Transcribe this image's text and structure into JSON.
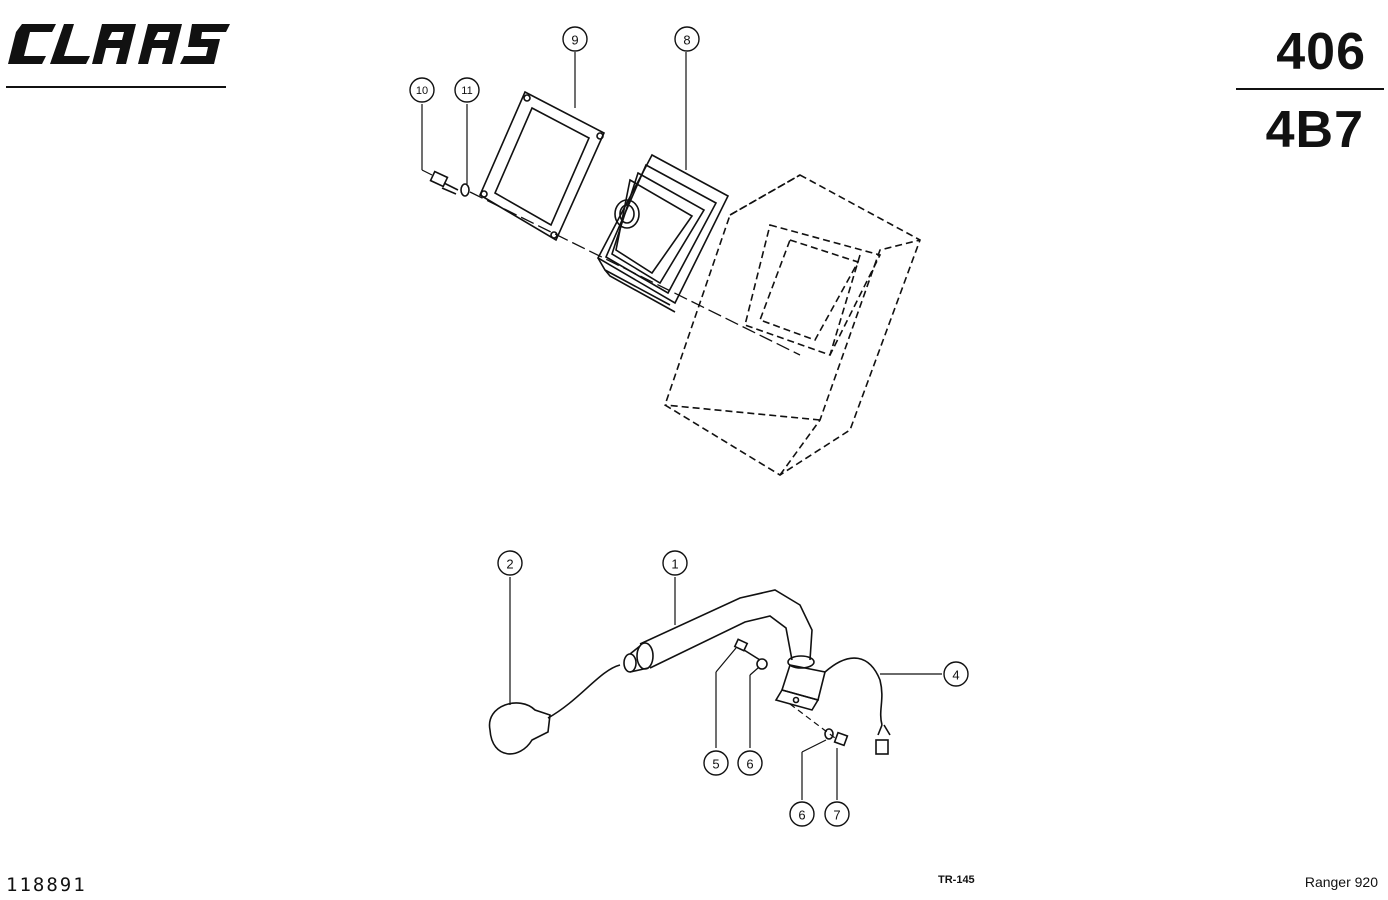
{
  "header": {
    "brand": "CLAAS",
    "page_number": "406",
    "section_code": "4B7"
  },
  "footer": {
    "drawing_number": "118891",
    "tr_code": "TR-145",
    "model": "Ranger 920"
  },
  "callouts": {
    "c1": "1",
    "c2": "2",
    "c4": "4",
    "c5": "5",
    "c6a": "6",
    "c6b": "6",
    "c7": "7",
    "c8": "8",
    "c9": "9",
    "c10": "10",
    "c11": "11"
  }
}
